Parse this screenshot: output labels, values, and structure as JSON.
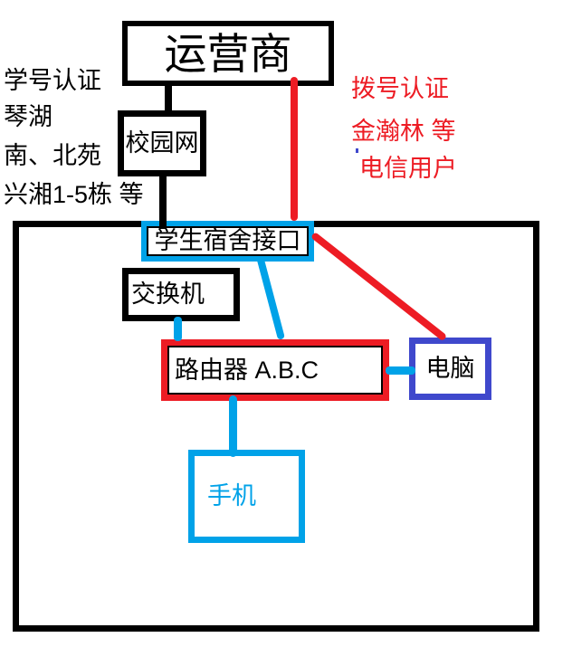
{
  "colors": {
    "black": "#000000",
    "red": "#ED1C24",
    "cyan": "#00A2E8",
    "purple": "#3F48CC"
  },
  "nodes": {
    "operator": {
      "label": "运营商"
    },
    "campus_network": {
      "label": "校园网"
    },
    "dorm_interface": {
      "label": "学生宿舍接口"
    },
    "switch": {
      "label": "交换机"
    },
    "router": {
      "label": "路由器 A.B.C"
    },
    "computer": {
      "label": "电脑"
    },
    "phone": {
      "label": "手机"
    }
  },
  "annotations": {
    "left": {
      "lines": [
        "学号认证",
        "琴湖",
        "南、北苑",
        "兴湘1-5栋 等"
      ]
    },
    "right": {
      "lines": [
        "拨号认证",
        "金瀚林 等",
        "电信用户"
      ]
    }
  },
  "edges": [
    {
      "from": "运营商",
      "to": "校园网",
      "color": "black"
    },
    {
      "from": "校园网",
      "to": "学生宿舍接口",
      "color": "black"
    },
    {
      "from": "运营商",
      "to": "学生宿舍接口",
      "color": "red"
    },
    {
      "from": "学生宿舍接口",
      "to": "电脑",
      "color": "red"
    },
    {
      "from": "学生宿舍接口",
      "to": "路由器 A.B.C",
      "color": "cyan"
    },
    {
      "from": "交换机",
      "to": "路由器 A.B.C",
      "color": "cyan"
    },
    {
      "from": "路由器 A.B.C",
      "to": "电脑",
      "color": "cyan"
    },
    {
      "from": "路由器 A.B.C",
      "to": "手机",
      "color": "cyan"
    }
  ]
}
